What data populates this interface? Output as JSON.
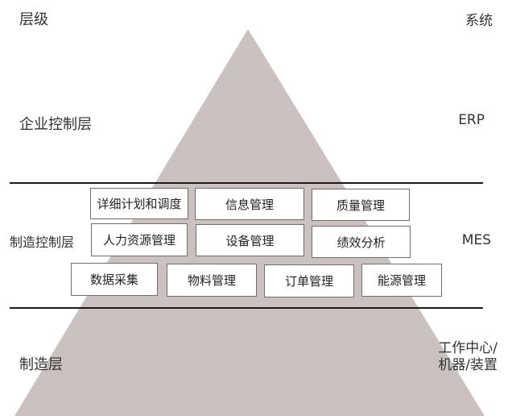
{
  "header": {
    "level_heading": "层级",
    "system_heading": "系统"
  },
  "layers": {
    "enterprise": {
      "name": "企业控制层",
      "system": "ERP"
    },
    "manufacturing_control": {
      "name": "制造控制层",
      "system": "MES"
    },
    "manufacturing": {
      "name": "制造层",
      "system_line1": "工作中心/",
      "system_line2": "机器/装置"
    }
  },
  "mes_modules": {
    "row1": [
      "详细计划和调度",
      "信息管理",
      "质量管理"
    ],
    "row2": [
      "人力资源管理",
      "设备管理",
      "绩效分析"
    ],
    "row3": [
      "数据采集",
      "物料管理",
      "订单管理",
      "能源管理"
    ]
  },
  "colors": {
    "pyramid": "#cbc1bf",
    "divider": "#1a1a1a",
    "module_border": "#6e6e6e"
  }
}
